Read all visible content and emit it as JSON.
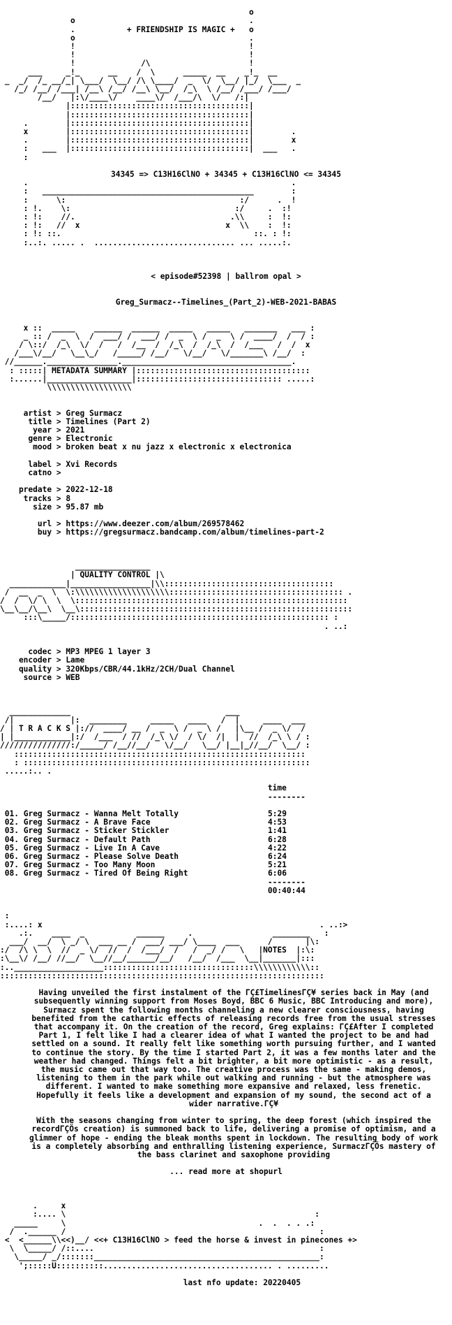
{
  "header": {
    "art_top": [
      "                                                     o",
      "               o                                     .",
      "               .           + FRIENDSHIP IS MAGIC +   o",
      "               o                                     .",
      "               !                                     !",
      "               !                                     !",
      "               !              /\\                     !",
      "      ___     _!_      __    /  \\      _____  __    _!_  __",
      " _  _/  /_ __/_| \\___/  \\__/ /\\ \\____/  _  \\/  \\__/ |_/  \\___  _",
      "   /_/ /__/ /___| /__\\ /__/ /__\\ \\__/  /_\\  \\ /__/ /___/ /___/",
      "        /__/   |:\\/____\\/    ____\\/  /___/\\  \\/   /:|",
      "              |::::::::::::::::::::::::::::::::::::::|",
      "              |::::::::::::::::::::::::::::::::::::::|",
      "     .        |::::::::::::::::::::::::::::::::::::::|",
      "     x        |::::::::::::::::::::::::::::::::::::::|        .",
      "     .        |::::::::::::::::::::::::::::::::::::::|        x",
      "     :   ___  |::::::::::::::::::::::::::::::::::::::|  ___   .",
      "     :"
    ],
    "formula": "34345 => C13H16ClNO + 34345 + C13H16ClNO <= 34345",
    "art_bottom": [
      "     .                                                        .",
      "     :   _____________________________________________        :",
      "     :      \\:                                     :/      .  !",
      "     : !.    \\:                                   :/     .  :!",
      "     : !:    //.                                 .\\\\     :  !:",
      "     : !:   //  x                               x  \\\\    :  !:",
      "     : !: ::.                                         ::. : !:",
      "     :..:. ..... .  .............................. ... .....:."
    ],
    "episode": "< episode#52398 | ballrom opal >",
    "release": "Greg_Surmacz--Timelines_(Part_2)-WEB-2021-BABAS"
  },
  "metadata": {
    "art_top": [
      "     x ::  _____    ______  ______  _____   _____   _______   ___ :",
      "     _ :: /  _  \\  /  ___/ /  ___/ /  _  \\ /  _  \\ /  ____/  /  / :",
      "    / \\::/  /_\\  \\/  /   /  /__  /  /_\\  /  /_\\  /  /___   /  /  x",
      "   /___\\/__/   \\__\\_/   /_____/ /__/   \\/__/   \\/_______\\ /__/  :",
      " //______._______________.____________________________________.",
      "  : :::::| METADATA SUMMARY |:::::::::::::::::::::::::::::::::::::",
      "  :......|__________________|::::::::::::::::::::::::::::::: .....:",
      "          \\\\\\\\\\\\\\\\\\\\\\\\\\\\\\\\\\\\"
    ],
    "fields_a": [
      {
        "k": "     artist",
        "v": "Greg Surmacz"
      },
      {
        "k": "      title",
        "v": "Timelines (Part 2)"
      },
      {
        "k": "       year",
        "v": "2021"
      },
      {
        "k": "      genre",
        "v": "Electronic"
      },
      {
        "k": "       mood",
        "v": "broken beat x nu jazz x electronic x electronica"
      }
    ],
    "fields_b": [
      {
        "k": "      label",
        "v": "Xvi Records"
      },
      {
        "k": "      catno",
        "v": ""
      }
    ],
    "fields_c": [
      {
        "k": "    predate",
        "v": "2022-12-18"
      },
      {
        "k": "     tracks",
        "v": "8"
      },
      {
        "k": "       size",
        "v": "95.87 mb"
      }
    ],
    "fields_d": [
      {
        "k": "        url",
        "v": "https://www.deezer.com/album/269578462"
      },
      {
        "k": "        buy",
        "v": "https://gregsurmacz.bandcamp.com/album/timelines-part-2"
      }
    ]
  },
  "quality": {
    "art_top": [
      "                ________________",
      "               | QUALITY CONTROL |\\",
      "  ____________|_________________|\\\\::::::::::::::::::::::::::::::::::::",
      " /  __  _  \\  \\:\\\\\\\\\\\\\\\\\\\\\\\\\\\\\\\\\\\\\\\\::::::::::::::::::::::::::::::::::::: .",
      "/  /  \\/ \\  \\  \\::::::::::::::::::::::::::::::::::::::::::::::::::::::::::",
      "\\__\\__/\\__\\  \\__\\::::::::::::::::::::::::::::::::::::::::::::::::::::::::::",
      "     :::\\_____/::::::::::::::::::::::::::::::::::::::::::::::::::::::: :",
      "                                                                     . ..:"
    ],
    "fields": [
      {
        "k": "      codec",
        "v": "MP3 MPEG 1 layer 3"
      },
      {
        "k": "    encoder",
        "v": "Lame"
      },
      {
        "k": "    quality",
        "v": "320Kbps/CBR/44.1kHz/2CH/Dual Channel"
      },
      {
        "k": "     source",
        "v": "WEB"
      }
    ]
  },
  "tracks": {
    "art_top": [
      "  _____________                                 ___",
      " /|            |:  ________     _____   ____   /  |     ____  ___",
      "/ | T R A C K S |://  ____/ __ /  _  \\ /  _ \\ /   |\\__ /  _ \\/  /",
      "| |____________|:/  /___  / //  /_\\ \\/  / \\/  /|  |  //  /_\\ \\ / :",
      "///////////////:/_____/ /__//__/   \\/__/   \\__/ |__|_//__/  \\__/ :",
      "   ::::::::::::::::::::::::::::::::::::::::::::::::::::::::::::::",
      "   : :::::::::::::::::::::::::::::::::::::::::::::::::::::::::::::",
      " .....:.. ."
    ],
    "time_header": "time",
    "rule": "--------",
    "list": [
      {
        "num": "01.",
        "name": "Greg Surmacz - Wanna Melt Totally",
        "time": "5:29"
      },
      {
        "num": "02.",
        "name": "Greg Surmacz - A Brave Face",
        "time": "4:53"
      },
      {
        "num": "03.",
        "name": "Greg Surmacz - Sticker Stickler",
        "time": "1:41"
      },
      {
        "num": "04.",
        "name": "Greg Surmacz - Default Path",
        "time": "6:28"
      },
      {
        "num": "05.",
        "name": "Greg Surmacz - Live In A Cave",
        "time": "4:22"
      },
      {
        "num": "06.",
        "name": "Greg Surmacz - Please Solve Death",
        "time": "6:24"
      },
      {
        "num": "07.",
        "name": "Greg Surmacz - Too Many Moon",
        "time": "5:21"
      },
      {
        "num": "08.",
        "name": "Greg Surmacz - Tired Of Being Right",
        "time": "6:06"
      }
    ],
    "total": "00:40:44"
  },
  "notes": {
    "art_top": [
      " :",
      " :....: x                                                           . ..:>",
      "    .:.    ____  _           ______     .                 ________   :",
      "  ___/  __/  \\ _/ \\  ___ __ /  ___/ ___/ \\____  ___      /       |\\:",
      ":/  /\\ \\  \\  //  _ \\/  //  /  /___/  /   /  _/ /   \\   |NOTES  |:\\:",
      ":\\__\\/ /__/ //__/  \\__//__/______/__/   /__/  /___  \\__|_______|:::",
      ":..___________________::::::::::::::::::::::::::::::::\\\\\\\\\\\\\\\\\\\\\\\\::",
      ":::::::::::::::::::::::::::::::::::::::::::::::::::::::::::::::::::::"
    ],
    "para1": "Having unveiled the first instalment of the ΓÇ£TimelinesΓÇ¥ series back in May (and subsequently winning support from Moses Boyd, BBC 6 Music, BBC Introducing and more), Surmacz spent the following months channeling a new clearer consciousness, having benefited from the cathartic effects of releasing records free from the usual stresses that accompany it. On the creation of the record, Greg explains: ΓÇ£After I completed Part 1, I felt like I had a clearer idea of what I wanted the project to be and had settled on a sound. It really felt like something worth pursuing further, and I wanted to continue the story. By the time I started Part 2, it was a few months later and the weather had changed. Things felt a bit brighter, a bit more optimistic - as a result, the music came out that way too. The creative process was the same - making demos, listening to them in the park while out walking and running - but the atmosphere was different. I wanted to make something more expansive and relaxed, less frenetic. Hopefully it feels like a development and expansion of my sound, the second act of a wider narrative.ΓÇ¥",
    "para2": "With the seasons changing from winter to spring, the deep forest (which inspired the recordΓÇÖs creation) is summoned back to life, delivering a promise of optimism, and a glimmer of hope - ending the bleak months spent in lockdown. The resulting body of work is a completely absorbing and enthralling listening experience, SurmaczΓÇÖs mastery of the bass clarinet and saxophone providing",
    "read_more": "... read more at shopurl"
  },
  "footer": {
    "art": [
      "       .     x",
      "       :.... \\                                                     :",
      "   _____     \\                                         .  .  . . .:",
      "  /  .______ /                                                      :",
      " <  <______\\\\<<)__/ <<+ C13H16ClNO > feed the horse & invest in pinecones +>",
      "  \\  \\_____/ /::....                                                :",
      "   \\_____/ _/:::::::________________________________________________:",
      "    ';:::::U::::::::::.................................... . ........."
    ],
    "last_update": "last nfo update: 20220405"
  }
}
